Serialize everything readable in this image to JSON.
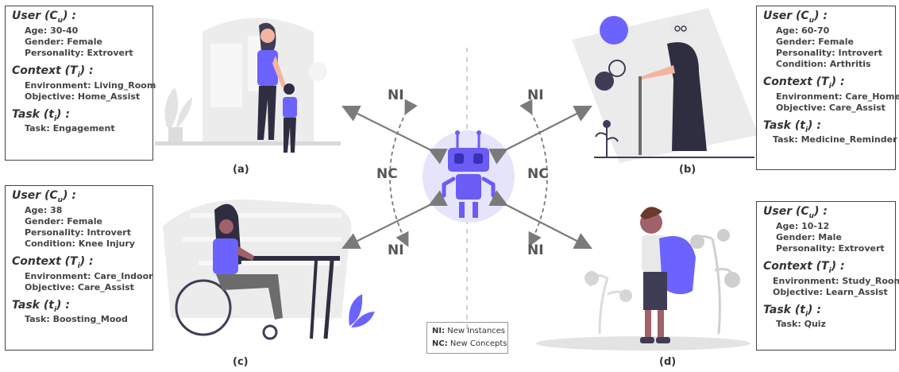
{
  "panels": {
    "a": {
      "user_title": "User (C",
      "user_sub": "u",
      "user_rows": [
        "Age: 30-40",
        "Gender: Female",
        "Personality: Extrovert"
      ],
      "context_title": "Context (T",
      "context_sub": "i",
      "context_rows": [
        "Environment: Living_Room",
        "Objective: Home_Assist"
      ],
      "task_title": "Task (t",
      "task_sub": "i",
      "task_rows": [
        "Task:  Engagement"
      ],
      "caption": "(a)"
    },
    "b": {
      "user_title": "User (C",
      "user_sub": "u",
      "user_rows": [
        "Age: 60-70",
        "Gender: Female",
        "Personality: Introvert",
        "Condition: Arthritis"
      ],
      "context_title": "Context (T",
      "context_sub": "i",
      "context_rows": [
        "Environment: Care_Home",
        "Objective: Care_Assist"
      ],
      "task_title": "Task (t",
      "task_sub": "i",
      "task_rows": [
        "Task:  Medicine_Reminder"
      ],
      "caption": "(b)"
    },
    "c": {
      "user_title": "User (C",
      "user_sub": "u",
      "user_rows": [
        "Age: 38",
        "Gender: Female",
        "Personality: Introvert",
        "Condition: Knee Injury"
      ],
      "context_title": "Context (T",
      "context_sub": "i",
      "context_rows": [
        "Environment: Care_Indoor",
        "Objective: Care_Assist"
      ],
      "task_title": "Task (t",
      "task_sub": "i",
      "task_rows": [
        "Task:  Boosting_Mood"
      ],
      "caption": "(c)"
    },
    "d": {
      "user_title": "User (C",
      "user_sub": "u",
      "user_rows": [
        "Age: 10-12",
        "Gender: Male",
        "Personality: Extrovert"
      ],
      "context_title": "Context (T",
      "context_sub": "i",
      "context_rows": [
        "Environment: Study_Room",
        "Objective: Learn_Assist"
      ],
      "task_title": "Task (t",
      "task_sub": "i",
      "task_rows": [
        "Task:  Quiz"
      ],
      "caption": "(d)"
    }
  },
  "center_labels": {
    "ni": "NI",
    "nc": "NC"
  },
  "legend": {
    "ni_key": "NI:",
    "ni_text": "New Instances",
    "nc_key": "NC:",
    "nc_text": "New Concepts"
  },
  "colors": {
    "robot": "#6a5cf5",
    "robot_bg": "#e6e4fb",
    "accent": "#6c63ff",
    "illustration_gray": "#e2e2e2",
    "arrow": "#7a7a7a"
  }
}
